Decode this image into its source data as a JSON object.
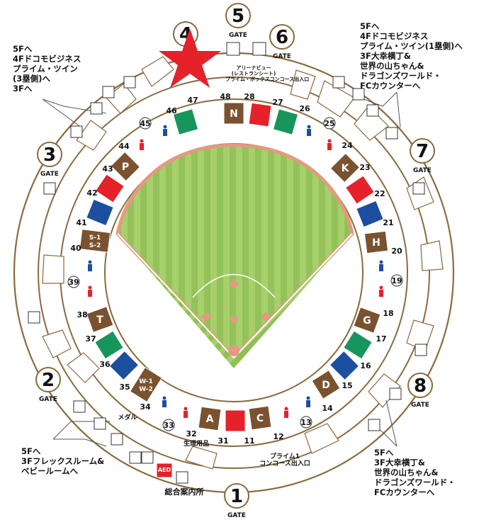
{
  "gates": [
    {
      "id": "gate-5",
      "number": "5",
      "label": "GATE"
    },
    {
      "id": "gate-6",
      "number": "6",
      "label": "GATE"
    },
    {
      "id": "gate-7",
      "number": "7",
      "label": "GATE"
    },
    {
      "id": "gate-8",
      "number": "8",
      "label": "GATE"
    },
    {
      "id": "gate-1",
      "number": "1",
      "label": "GATE"
    },
    {
      "id": "gate-2",
      "number": "2",
      "label": "GATE"
    },
    {
      "id": "gate-3",
      "number": "3",
      "label": "GATE"
    },
    {
      "id": "gate-4",
      "number": "4",
      "label": ""
    }
  ],
  "blocks": [
    {
      "id": "N",
      "label": "N",
      "color": "#7a5230"
    },
    {
      "id": "red-28",
      "label": "",
      "color": "#e5212a"
    },
    {
      "id": "green-27",
      "label": "",
      "color": "#17955c"
    },
    {
      "id": "green-47",
      "label": "",
      "color": "#17955c"
    },
    {
      "id": "K",
      "label": "K",
      "color": "#7a5230"
    },
    {
      "id": "red-22",
      "label": "",
      "color": "#e5212a"
    },
    {
      "id": "blue-21",
      "label": "",
      "color": "#1d4fa0"
    },
    {
      "id": "H",
      "label": "H",
      "color": "#7a5230"
    },
    {
      "id": "P",
      "label": "P",
      "color": "#7a5230"
    },
    {
      "id": "red-42",
      "label": "",
      "color": "#e5212a"
    },
    {
      "id": "blue-41",
      "label": "",
      "color": "#1d4fa0"
    },
    {
      "id": "S",
      "label": "S-1\nS-2",
      "color": "#7a5230"
    },
    {
      "id": "T",
      "label": "T",
      "color": "#7a5230"
    },
    {
      "id": "green-37",
      "label": "",
      "color": "#17955c"
    },
    {
      "id": "blue-36",
      "label": "",
      "color": "#1d4fa0"
    },
    {
      "id": "W",
      "label": "W-1\nW-2",
      "color": "#7a5230"
    },
    {
      "id": "G",
      "label": "G",
      "color": "#7a5230"
    },
    {
      "id": "green-17",
      "label": "",
      "color": "#17955c"
    },
    {
      "id": "blue-16",
      "label": "",
      "color": "#1d4fa0"
    },
    {
      "id": "D",
      "label": "D",
      "color": "#7a5230"
    },
    {
      "id": "A",
      "label": "A",
      "color": "#7a5230"
    },
    {
      "id": "red-11",
      "label": "",
      "color": "#e5212a"
    },
    {
      "id": "C",
      "label": "C",
      "color": "#7a5230"
    }
  ],
  "section_numbers": [
    "48",
    "28",
    "27",
    "47",
    "46",
    "45",
    "44",
    "43",
    "42",
    "41",
    "40",
    "39",
    "38",
    "37",
    "36",
    "35",
    "34",
    "33",
    "32",
    "31",
    "11",
    "12",
    "13",
    "14",
    "15",
    "16",
    "17",
    "18",
    "19",
    "20",
    "21",
    "22",
    "23",
    "24",
    "25",
    "26"
  ],
  "notes": {
    "top_left": "5Fへ\n4Fドコモビジネス\nプライム・ツイン\n(3塁側)へ\n3Fへ",
    "top_right": "5Fへ\n4Fドコモビジネス\nプライム・ツイン(1塁側)へ\n3F大幸横丁&\n世界の山ちゃん&\nドラゴンズワールド・\nFCカウンターへ",
    "bottom_left": "5Fへ\n3Fフレックスルーム&\nベビールームへ",
    "bottom_right": "5Fへ\n3F大幸横丁&\n世界の山ちゃん&\nドラゴンズワールド・\nFCカウンターへ",
    "arena_view": "アリーナビュー\n(レストランシート)\nプライム・ボックスコンコース出入口",
    "prime1": "プライム1\nコンコース出入口",
    "info_center": "総合案内所",
    "medal": "メダル",
    "sanitary": "生理用品",
    "aed": "AED"
  },
  "icons": [
    "star-icon",
    "elevator-icon",
    "stairs-icon",
    "escalator-icon",
    "wheelchair-icon",
    "restroom-man-icon",
    "restroom-woman-icon",
    "multipurpose-restroom-icon",
    "phone-icon",
    "atm-icon",
    "info-icon",
    "nursing-room-icon"
  ],
  "colors": {
    "field_green": "#a7cf6b",
    "stripe_green": "#93c25a",
    "infield_dirt": "#e39a80",
    "ring_brown": "#8a6a3d",
    "block_brown": "#7a5230",
    "star": "#e5212a"
  }
}
